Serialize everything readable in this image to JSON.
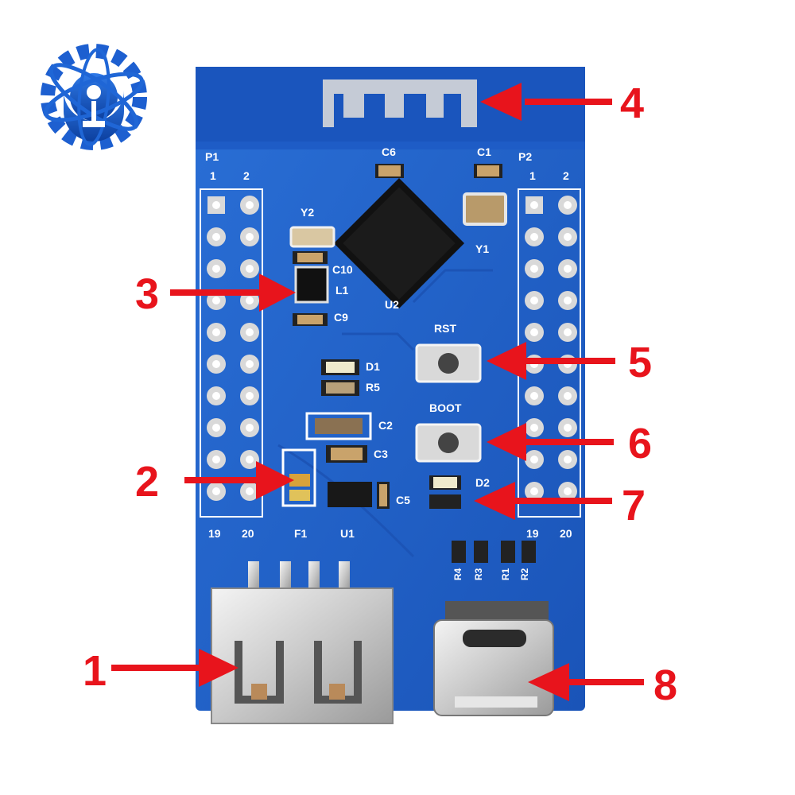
{
  "colors": {
    "board": "#1f5fc8",
    "board_dark": "#0b3f9a",
    "silkscreen": "#ffffff",
    "callout_red": "#e8141c",
    "logo_blue": "#1f66d6"
  },
  "logo": {
    "icon": "gear-atom-logo-icon"
  },
  "silkscreen": {
    "p1": "P1",
    "p2": "P2",
    "pin1": "1",
    "pin2": "2",
    "pin19": "19",
    "pin20": "20",
    "c6": "C6",
    "c1": "C1",
    "y2": "Y2",
    "y1": "Y1",
    "u2": "U2",
    "c10": "C10",
    "l1": "L1",
    "c9": "C9",
    "rst": "RST",
    "boot": "BOOT",
    "d1": "D1",
    "r5": "R5",
    "c2": "C2",
    "c3": "C3",
    "c5": "C5",
    "d2": "D2",
    "f1": "F1",
    "u1": "U1",
    "r4": "R4",
    "r3": "R3",
    "r1": "R1",
    "r2": "R2"
  },
  "callouts": [
    {
      "number": "1"
    },
    {
      "number": "2"
    },
    {
      "number": "3"
    },
    {
      "number": "4"
    },
    {
      "number": "5"
    },
    {
      "number": "6"
    },
    {
      "number": "7"
    },
    {
      "number": "8"
    }
  ]
}
